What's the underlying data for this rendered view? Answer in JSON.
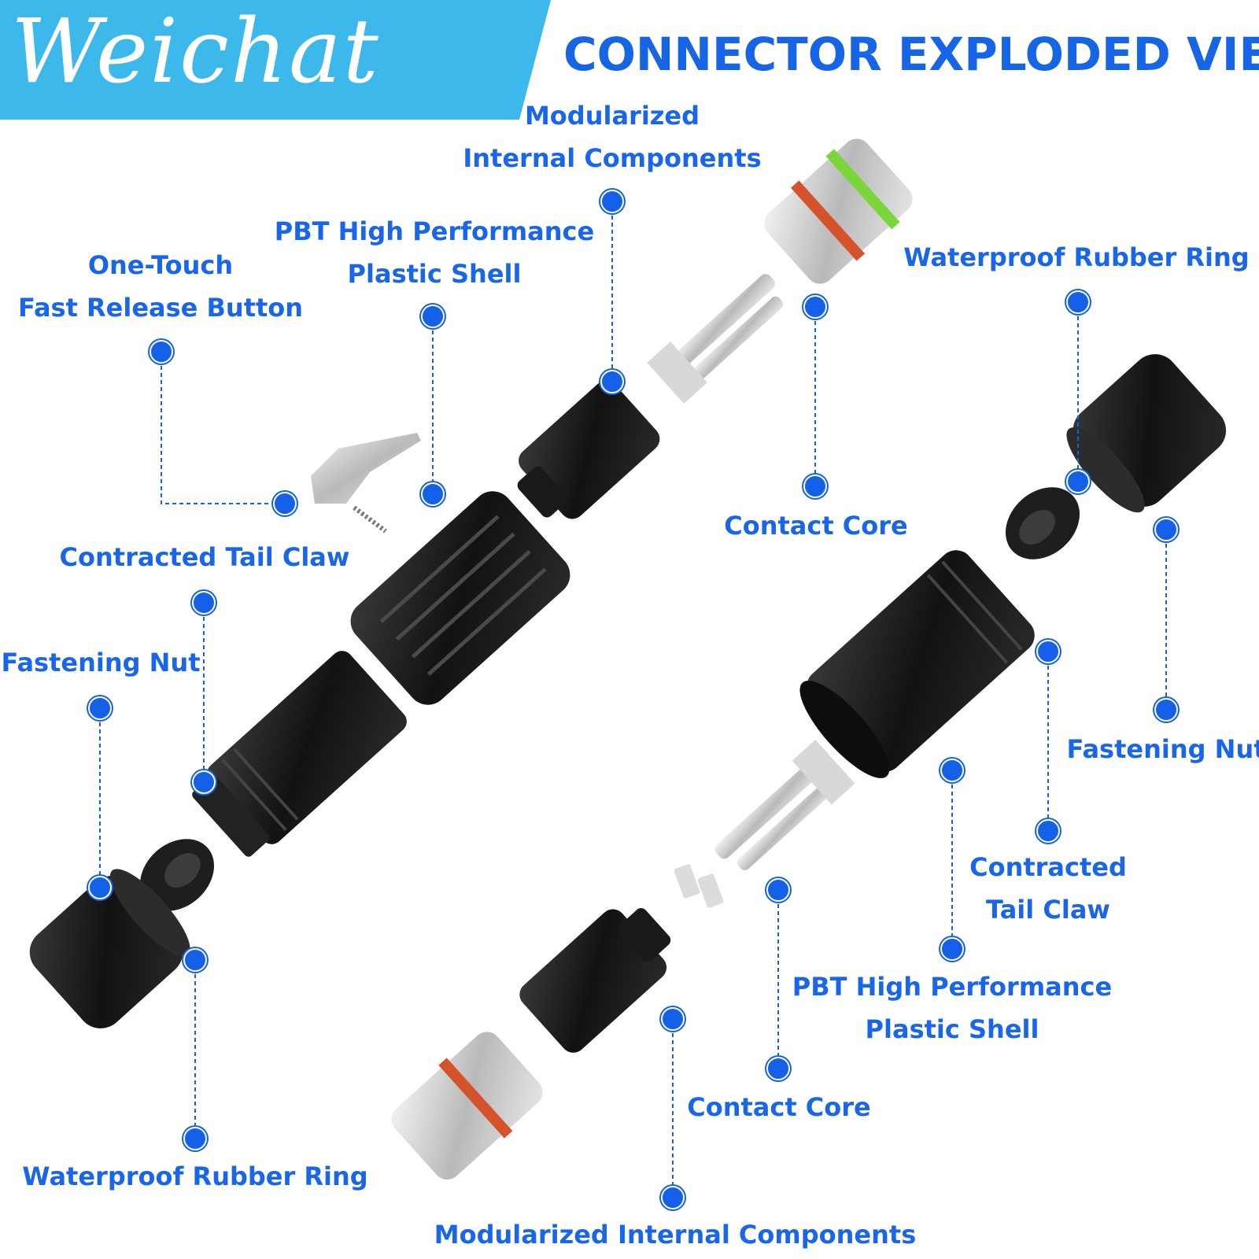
{
  "brand": {
    "name": "Weichat"
  },
  "title": "CONNECTOR EXPLODED VIEW",
  "colors": {
    "banner": "#3db8ea",
    "label": "#1a66e8",
    "dot": "#1560e8",
    "body": "#1b1b1b",
    "metal": "#c4c4c4",
    "seal_green": "#7ad63a",
    "seal_red": "#d4532a"
  },
  "labels": {
    "modularized_top": [
      "Modularized",
      "Internal Components"
    ],
    "pbt_left": [
      "PBT High Performance",
      "Plastic Shell"
    ],
    "one_touch": [
      "One-Touch",
      "Fast Release Button"
    ],
    "waterproof_right": [
      "Waterproof Rubber Ring"
    ],
    "contact_core_top": [
      "Contact Core"
    ],
    "tail_claw_left": [
      "Contracted Tail Claw"
    ],
    "fastening_nut_left": [
      "Fastening Nut"
    ],
    "waterproof_left": [
      "Waterproof Rubber Ring"
    ],
    "fastening_nut_right": [
      "Fastening Nut"
    ],
    "tail_claw_right": [
      "Contracted",
      "Tail Claw"
    ],
    "pbt_right": [
      "PBT High Performance",
      "Plastic Shell"
    ],
    "contact_core_bottom": [
      "Contact Core"
    ],
    "modularized_bottom": [
      "Modularized Internal Components"
    ]
  }
}
